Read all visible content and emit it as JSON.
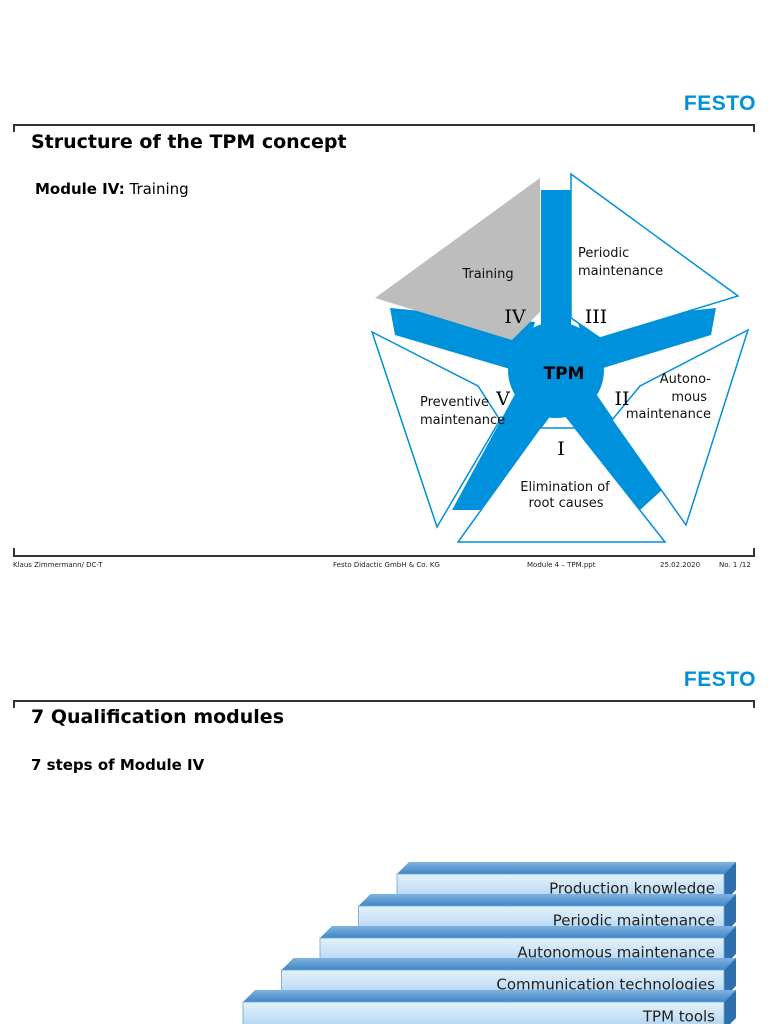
{
  "brand": "FESTO",
  "slide1": {
    "title": "Structure of the TPM concept",
    "module_label": "Module IV:",
    "module_value": "Training",
    "center": "TPM",
    "segments": [
      {
        "numeral": "I",
        "lines": [
          "Elimination of",
          "root causes"
        ]
      },
      {
        "numeral": "II",
        "lines": [
          "Autono-",
          "mous",
          "maintenance"
        ]
      },
      {
        "numeral": "III",
        "lines": [
          "Periodic",
          "maintenance"
        ]
      },
      {
        "numeral": "IV",
        "lines": [
          "Training"
        ]
      },
      {
        "numeral": "V",
        "lines": [
          "Preventive",
          "maintenance"
        ]
      }
    ],
    "footer": {
      "author": "Klaus Zimmermann/ DC-T",
      "company": "Festo Didactic GmbH & Co. KG",
      "file": "Module 4 – TPM.ppt",
      "date": "25.02.2020",
      "page": "No. 1 /12"
    }
  },
  "slide2": {
    "title": "7 Qualification modules",
    "subtitle": "7 steps of Module IV",
    "steps": [
      "Production knowledge",
      "Periodic maintenance",
      "Autonomous maintenance",
      "Communication technologies",
      "TPM tools"
    ]
  },
  "colors": {
    "brand_blue": "#0091dc",
    "training_gray": "#bdbdbd"
  }
}
